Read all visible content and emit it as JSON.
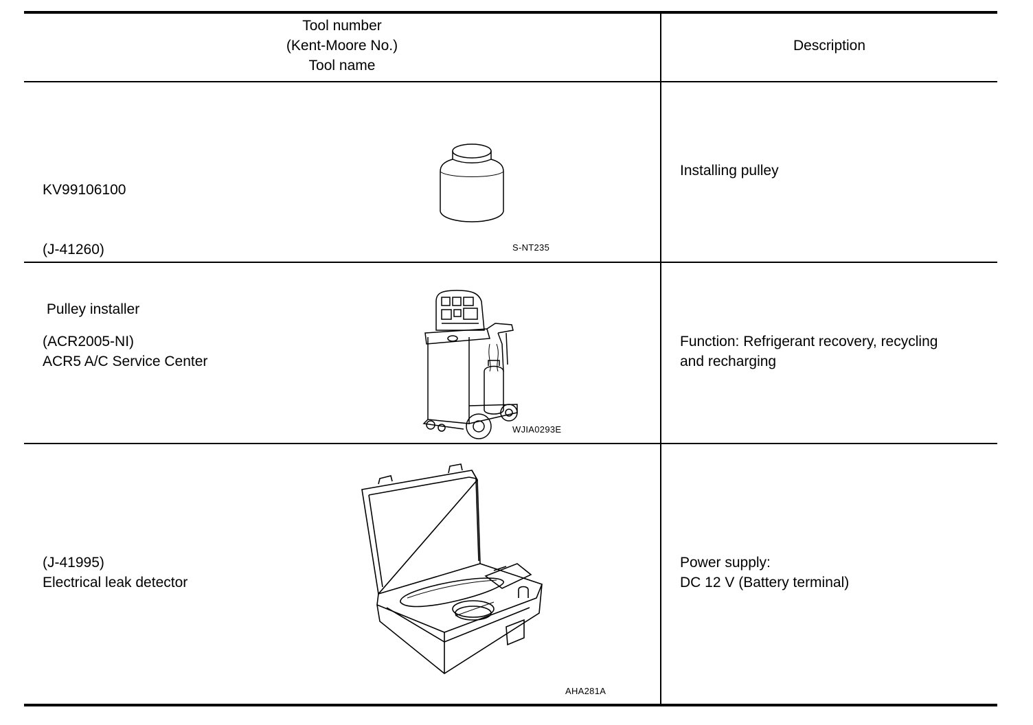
{
  "header": {
    "tool_lines": [
      "Tool number",
      "(Kent-Moore No.)",
      "Tool name"
    ],
    "description": "Description"
  },
  "rows": [
    {
      "tool_lines": [
        "KV99106100",
        "(J-41260)",
        " Pulley installer"
      ],
      "description_lines": [
        "Installing pulley"
      ],
      "figure_code": "S-NT235",
      "figure_icon": "pulley-installer-icon"
    },
    {
      "tool_lines": [
        "(ACR2005-NI)",
        "ACR5 A/C Service Center"
      ],
      "description_lines": [
        "Function: Refrigerant recovery, recycling",
        "and recharging"
      ],
      "figure_code": "WJIA0293E",
      "figure_icon": "ac-service-center-icon"
    },
    {
      "tool_lines": [
        "(J-41995)",
        "Electrical leak detector"
      ],
      "description_lines": [
        "Power supply:",
        "DC 12 V (Battery terminal)"
      ],
      "figure_code": "AHA281A",
      "figure_icon": "leak-detector-case-icon"
    }
  ]
}
